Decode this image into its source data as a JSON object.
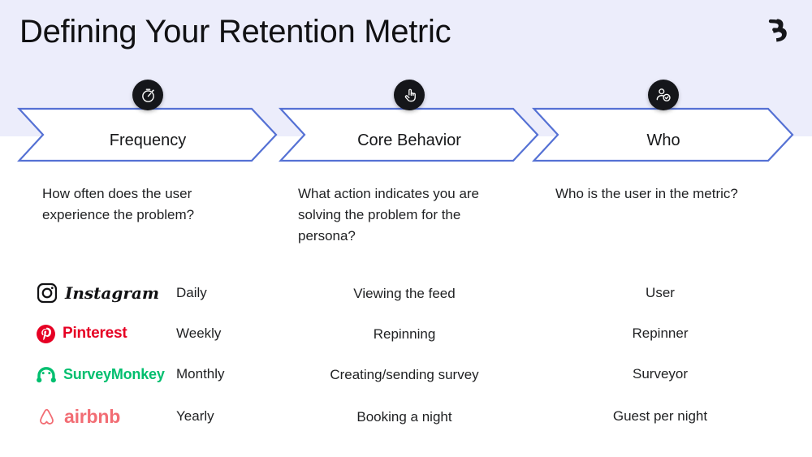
{
  "header": {
    "title": "Defining Your Retention Metric",
    "logo_icon": "reforge-r-logo",
    "band_color": "#ecedfb"
  },
  "steps": [
    {
      "label": "Frequency",
      "icon": "stopwatch-icon",
      "description": "How often does the user experience the problem?"
    },
    {
      "label": "Core Behavior",
      "icon": "pointing-hand-click-icon",
      "description": "What action indicates you are solving the problem for the persona?"
    },
    {
      "label": "Who",
      "icon": "user-verified-icon",
      "description": "Who is the user in the metric?"
    }
  ],
  "examples": [
    {
      "brand": "Instagram",
      "brand_icon": "instagram-camera-icon",
      "brand_color": "#111113",
      "frequency": "Daily",
      "core_behavior": "Viewing the feed",
      "who": "User"
    },
    {
      "brand": "Pinterest",
      "brand_icon": "pinterest-p-icon",
      "brand_color": "#e60023",
      "frequency": "Weekly",
      "core_behavior": "Repinning",
      "who": "Repinner"
    },
    {
      "brand": "SurveyMonkey",
      "brand_icon": "surveymonkey-monkey-icon",
      "brand_color": "#00bf6f",
      "frequency": "Monthly",
      "core_behavior": "Creating/sending survey",
      "who": "Surveyor"
    },
    {
      "brand": "airbnb",
      "brand_icon": "airbnb-belo-icon",
      "brand_color": "#f26d74",
      "frequency": "Yearly",
      "core_behavior": "Booking a night",
      "who": "Guest per night"
    }
  ],
  "colors": {
    "chevron_stroke": "#5571d4",
    "chevron_fill": "#ffffff",
    "badge_bg": "#15161a",
    "text": "#1f2022"
  }
}
